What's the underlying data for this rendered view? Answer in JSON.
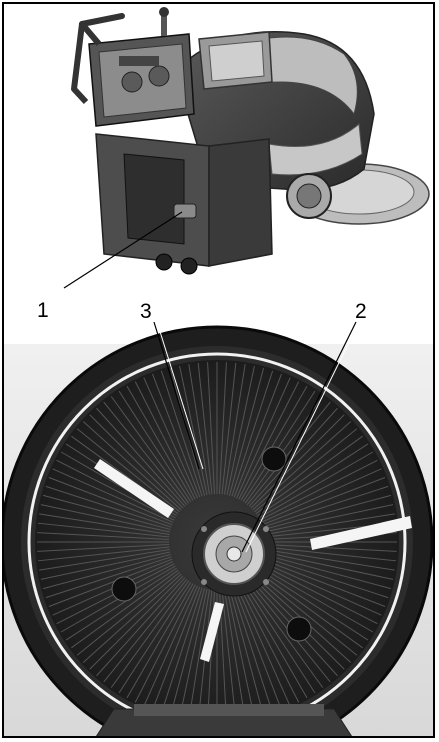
{
  "callouts": {
    "c1": "1",
    "c2": "2",
    "c3": "3"
  },
  "colors": {
    "border": "#000000",
    "machine_body": "#3a3a3a",
    "disc_dark": "#2b2b2b",
    "disc_bristle": "#4a4a4a",
    "photo_bg": "#e6e6e6"
  }
}
